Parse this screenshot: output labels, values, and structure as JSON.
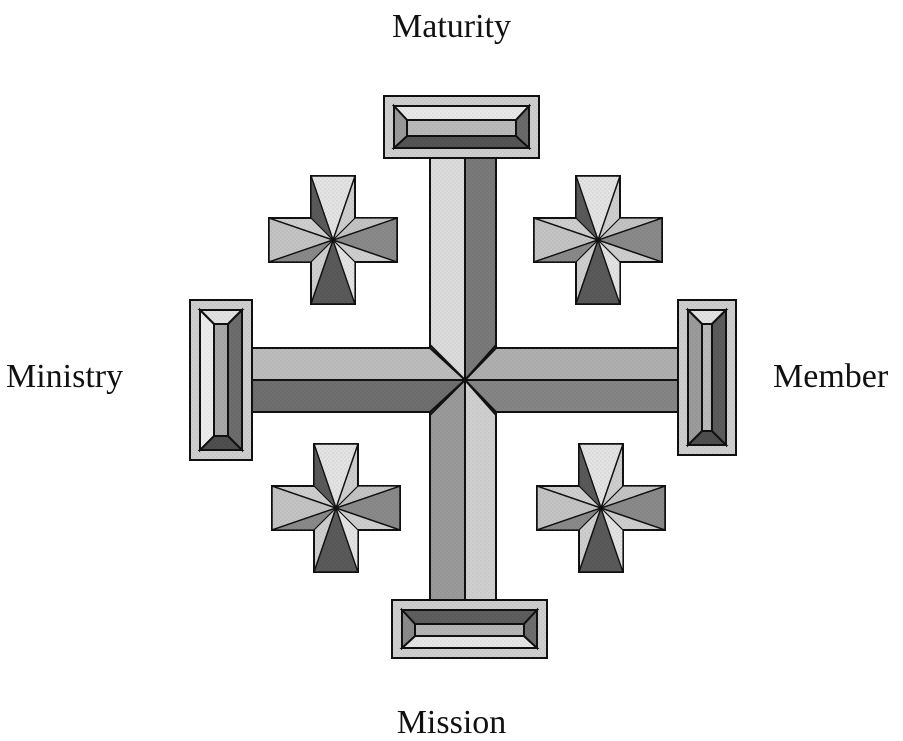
{
  "labels": {
    "top": "Maturity",
    "bottom": "Mission",
    "left": "Ministry",
    "right": "Member"
  },
  "colors": {
    "ink": "#111111",
    "face_light": "#e2e2e2",
    "face_mid": "#b8b8b8",
    "face_dark": "#6f6f6f",
    "face_darker": "#4a4a4a",
    "background": "#ffffff"
  },
  "emblem": {
    "name": "jerusalem-cross",
    "small_crosses": 4
  }
}
